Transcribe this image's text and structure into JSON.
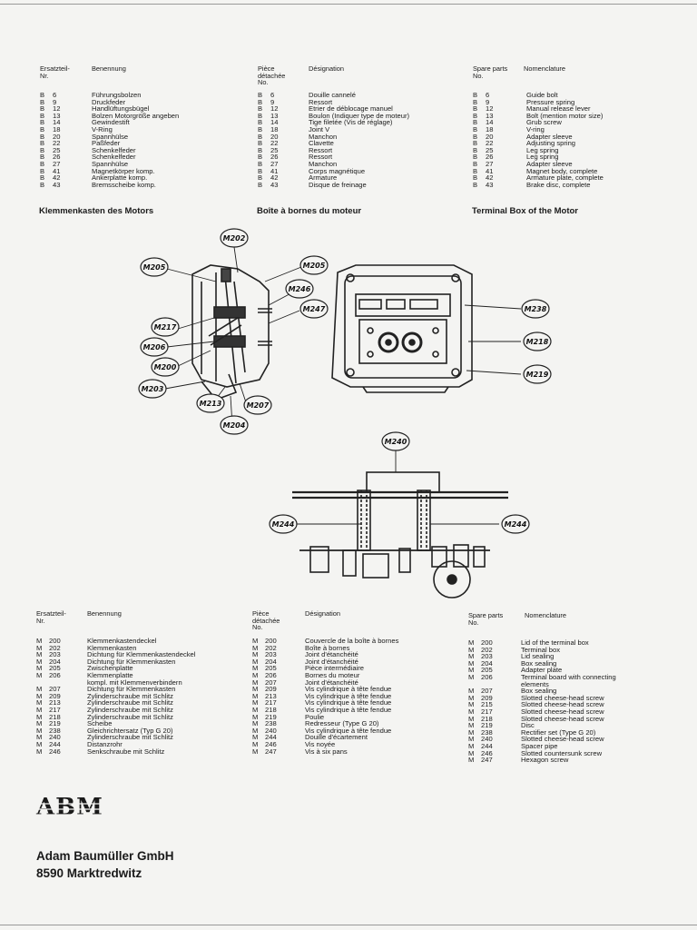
{
  "top_table": {
    "de_header": [
      "Ersatzteil-",
      "Nr."
    ],
    "de_name_header": "Benennung",
    "fr_header": [
      "Pièce",
      "détachée",
      "No."
    ],
    "fr_name_header": "Désignation",
    "en_header": [
      "Spare parts",
      "No."
    ],
    "en_name_header": "Nomenclature",
    "codes": [
      [
        "B",
        "6"
      ],
      [
        "B",
        "9"
      ],
      [
        "B",
        "12"
      ],
      [
        "B",
        "13"
      ],
      [
        "B",
        "14"
      ],
      [
        "B",
        "18"
      ],
      [
        "B",
        "20"
      ],
      [
        "B",
        "22"
      ],
      [
        "B",
        "25"
      ],
      [
        "B",
        "26"
      ],
      [
        "B",
        "27"
      ],
      [
        "B",
        "41"
      ],
      [
        "B",
        "42"
      ],
      [
        "B",
        "43"
      ]
    ],
    "de_items": [
      "Führungsbolzen",
      "Druckfeder",
      "Handlüftungsbügel",
      "Bolzen Motorgröße angeben",
      "Gewindestift",
      "V-Ring",
      "Spannhülse",
      "Paßfeder",
      "Schenkelfeder",
      "Schenkelfeder",
      "Spannhülse",
      "Magnetkörper komp.",
      "Ankerplatte komp.",
      "Bremsscheibe komp."
    ],
    "fr_items": [
      "Douille cannelé",
      "Ressort",
      "Etrier de déblocage manuel",
      "Boulon (Indiquer type de moteur)",
      "Tige filetée (Vis de réglage)",
      "Joint V",
      "Manchon",
      "Clavette",
      "Ressort",
      "Ressort",
      "Manchon",
      "Corps magnétique",
      "Armature",
      "Disque de freinage"
    ],
    "en_items": [
      "Guide bolt",
      "Pressure spring",
      "Manual release lever",
      "Bolt (mention motor size)",
      "Grub screw",
      "V-ring",
      "Adapter sleeve",
      "Adjusting spring",
      "Leg spring",
      "Leg spring",
      "Adapter sleeve",
      "Magnet body, complete",
      "Armature plate, complete",
      "Brake disc, complete"
    ]
  },
  "section_titles": {
    "de": "Klemmenkasten des Motors",
    "fr": "Boîte à bornes du moteur",
    "en": "Terminal Box of the Motor"
  },
  "diagram_labels": {
    "m202": "M202",
    "m205_left": "M205",
    "m205_right": "M205",
    "m246": "M246",
    "m247": "M247",
    "m217": "M217",
    "m206": "M206",
    "m200": "M200",
    "m203": "M203",
    "m213": "M213",
    "m207": "M207",
    "m204": "M204",
    "m238": "M238",
    "m218": "M218",
    "m219": "M219",
    "m240": "M240",
    "m244_left": "M244",
    "m244_right": "M244"
  },
  "bottom_table": {
    "de_header": [
      "Ersatzteil-",
      "Nr."
    ],
    "de_name_header": "Benennung",
    "fr_header": [
      "Pièce",
      "détachée",
      "No."
    ],
    "fr_name_header": "Désignation",
    "en_header": [
      "Spare parts",
      "No."
    ],
    "en_name_header": "Nomenclature",
    "de_codes": [
      [
        "M",
        "200"
      ],
      [
        "M",
        "202"
      ],
      [
        "M",
        "203"
      ],
      [
        "M",
        "204"
      ],
      [
        "M",
        "205"
      ],
      [
        "M",
        "206"
      ],
      [
        "",
        ""
      ],
      [
        "M",
        "207"
      ],
      [
        "M",
        "209"
      ],
      [
        "M",
        "213"
      ],
      [
        "M",
        "217"
      ],
      [
        "M",
        "218"
      ],
      [
        "M",
        "219"
      ],
      [
        "M",
        "238"
      ],
      [
        "M",
        "240"
      ],
      [
        "M",
        "244"
      ],
      [
        "M",
        "246"
      ]
    ],
    "de_items": [
      "Klemmenkastendeckel",
      "Klemmenkasten",
      "Dichtung für Klemmenkastendeckel",
      "Dichtung für Klemmenkasten",
      "Zwischenplatte",
      "Klemmenplatte",
      "kompl. mit Klemmenverbindern",
      "Dichtung für Klemmenkasten",
      "Zylinderschraube mit Schlitz",
      "Zylinderschraube mit Schlitz",
      "Zylinderschraube mit Schlitz",
      "Zylinderschraube mit Schlitz",
      "Scheibe",
      "Gleichrichtersatz (Typ G 20)",
      "Zylinderschraube mit Schlitz",
      "Distanzrohr",
      "Senkschraube mit Schlitz"
    ],
    "fr_codes": [
      [
        "M",
        "200"
      ],
      [
        "M",
        "202"
      ],
      [
        "M",
        "203"
      ],
      [
        "M",
        "204"
      ],
      [
        "M",
        "205"
      ],
      [
        "M",
        "206"
      ],
      [
        "M",
        "207"
      ],
      [
        "M",
        "209"
      ],
      [
        "M",
        "213"
      ],
      [
        "M",
        "217"
      ],
      [
        "M",
        "218"
      ],
      [
        "M",
        "219"
      ],
      [
        "M",
        "238"
      ],
      [
        "M",
        "240"
      ],
      [
        "M",
        "244"
      ],
      [
        "M",
        "246"
      ],
      [
        "M",
        "247"
      ]
    ],
    "fr_items": [
      "Couvercle de la boîte à bornes",
      "Boîte à bornes",
      "Joint d'étanchéité",
      "Joint d'étanchéité",
      "Pièce intermédiaire",
      "Bornes du moteur",
      "Joint d'étanchéité",
      "Vis cylindrique à tête fendue",
      "Vis cylindrique à tête fendue",
      "Vis cylindrique à tête fendue",
      "Vis cylindrique à tête fendue",
      "Poulie",
      "Redresseur (Type G 20)",
      "Vis cylindrique à tête fendue",
      "Douille d'écartement",
      "Vis noyée",
      "Vis à six pans"
    ],
    "en_codes": [
      [
        "M",
        "200"
      ],
      [
        "M",
        "202"
      ],
      [
        "M",
        "203"
      ],
      [
        "M",
        "204"
      ],
      [
        "M",
        "205"
      ],
      [
        "M",
        "206"
      ],
      [
        "",
        ""
      ],
      [
        "M",
        "207"
      ],
      [
        "M",
        "209"
      ],
      [
        "M",
        "215"
      ],
      [
        "M",
        "217"
      ],
      [
        "M",
        "218"
      ],
      [
        "M",
        "219"
      ],
      [
        "M",
        "238"
      ],
      [
        "M",
        "240"
      ],
      [
        "M",
        "244"
      ],
      [
        "M",
        "246"
      ],
      [
        "M",
        "247"
      ]
    ],
    "en_items": [
      "Lid of the terminal box",
      "Terminal box",
      "Lid sealing",
      "Box sealing",
      "Adapter plate",
      "Terminal board with connecting",
      "elements",
      "Box sealing",
      "Slotted cheese-head screw",
      "Slotted cheese-head screw",
      "Slotted cheese-head screw",
      "Slotted cheese-head screw",
      "Disc",
      "Rectifier set (Type G 20)",
      "Slotted cheese-head screw",
      "Spacer pipe",
      "Slotted countersunk screw",
      "Hexagon screw"
    ]
  },
  "footer": {
    "logo": "ABM",
    "company": "Adam Baumüller GmbH",
    "address": "8590 Marktredwitz"
  }
}
